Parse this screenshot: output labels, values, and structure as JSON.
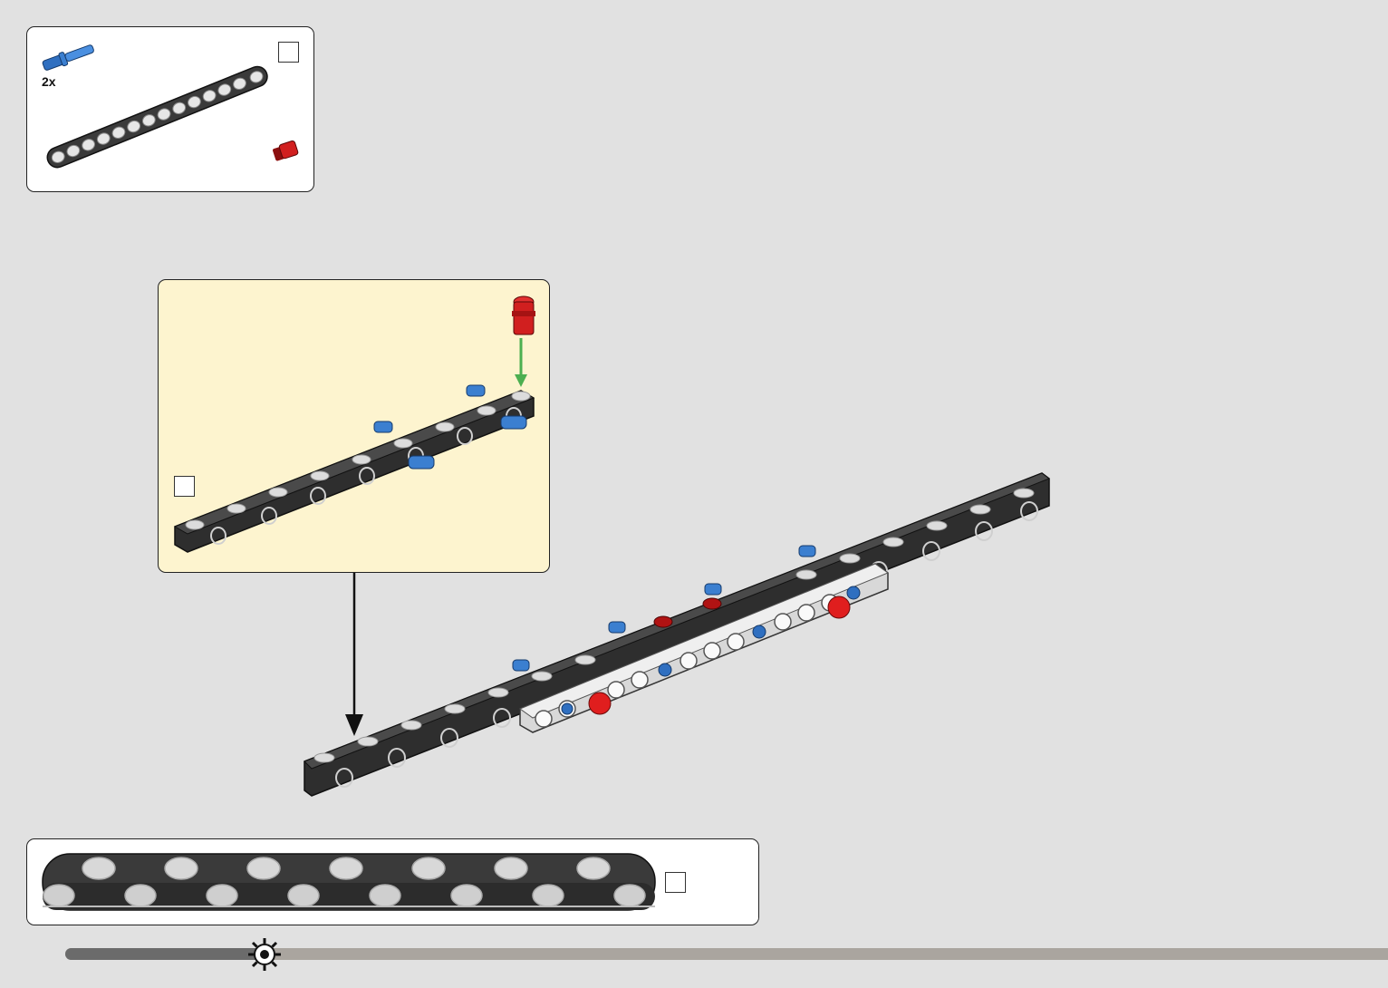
{
  "parts_list": {
    "items": [
      {
        "part": "blue-axle-pin",
        "quantity": "2x",
        "color": "#3b7fd0"
      },
      {
        "part": "dark-gray-beam",
        "quantity": "",
        "color": "#3a3a3a"
      },
      {
        "part": "red-pin-connector",
        "quantity": "",
        "color": "#d11f1f"
      }
    ]
  },
  "sub_step": {
    "background": "#fdf4cf",
    "arrow_color": "#4caf50"
  },
  "assembly": {
    "arrow_color": "#111111"
  },
  "scale_panel": {
    "beam_length_holes": 15
  },
  "progress": {
    "fraction": 0.15,
    "track_color": "#aaa59f",
    "fill_color": "#6b6b6b"
  }
}
